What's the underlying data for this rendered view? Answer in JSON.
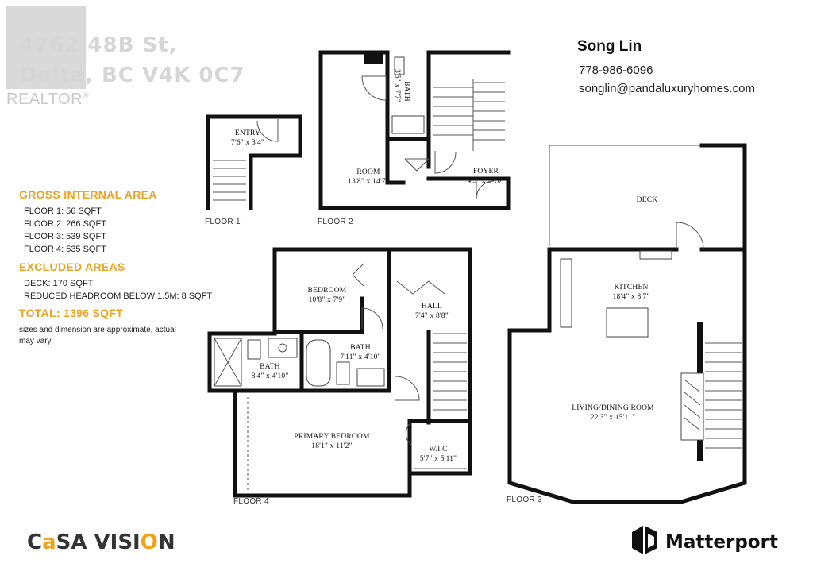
{
  "address": {
    "line1": "4762 48B St,",
    "line2": "Delta, BC V4K 0C7"
  },
  "realtor": {
    "word": "REALTOR",
    "mark": "®"
  },
  "agent": {
    "name": "Song Lin",
    "phone": "778-986-6096",
    "email": "songlin@pandaluxuryhomes.com"
  },
  "area": {
    "gross_heading": "GROSS INTERNAL AREA",
    "floors": [
      "FLOOR 1: 56 SQFT",
      "FLOOR 2: 266 SQFT",
      "FLOOR 3: 539 SQFT",
      "FLOOR 4: 535 SQFT"
    ],
    "excluded_heading": "EXCLUDED AREAS",
    "excluded": [
      "DECK: 170 SQFT",
      "REDUCED HEADROOM BELOW 1.5M: 8 SQFT"
    ],
    "total": "TOTAL: 1396 SQFT",
    "note": "sizes and dimension are approximate, actual may vary"
  },
  "floors": {
    "f1": "FLOOR 1",
    "f2": "FLOOR 2",
    "f3": "FLOOR 3",
    "f4": "FLOOR 4"
  },
  "rooms": {
    "entry": {
      "name": "ENTRY",
      "dim": "7'6\" x 3'4\""
    },
    "room": {
      "name": "ROOM",
      "dim": "13'8\" x 14'7\""
    },
    "bath_f2": {
      "name": "BATH",
      "dim": "3'5\" x 7'7\""
    },
    "foyer": {
      "name": "FOYER",
      "dim": "4'5\" x 3'10\""
    },
    "deck": {
      "name": "DECK"
    },
    "kitchen": {
      "name": "KITCHEN",
      "dim": "18'4\" x 8'7\""
    },
    "living": {
      "name": "LIVING/DINING ROOM",
      "dim": "22'3\" x 15'11\""
    },
    "bedroom": {
      "name": "BEDROOM",
      "dim": "10'8\" x 7'9\""
    },
    "hall": {
      "name": "HALL",
      "dim": "7'4\" x 8'8\""
    },
    "bath_mid": {
      "name": "BATH",
      "dim": "7'11\" x 4'10\""
    },
    "bath_left": {
      "name": "BATH",
      "dim": "8'4\" x 4'10\""
    },
    "primary": {
      "name": "PRIMARY BEDROOM",
      "dim": "18'1\" x 11'2\""
    },
    "wic": {
      "name": "W.I.C",
      "dim": "5'7\" x 5'11\""
    }
  },
  "branding": {
    "casa_a": "C",
    "casa_b": "a",
    "casa_c": "SA VISI",
    "casa_d": "O",
    "casa_e": "N",
    "matterport": "Matterport"
  },
  "colors": {
    "accent": "#f0a21d",
    "wall": "#111111",
    "header_gray": "#d6d6d6"
  }
}
